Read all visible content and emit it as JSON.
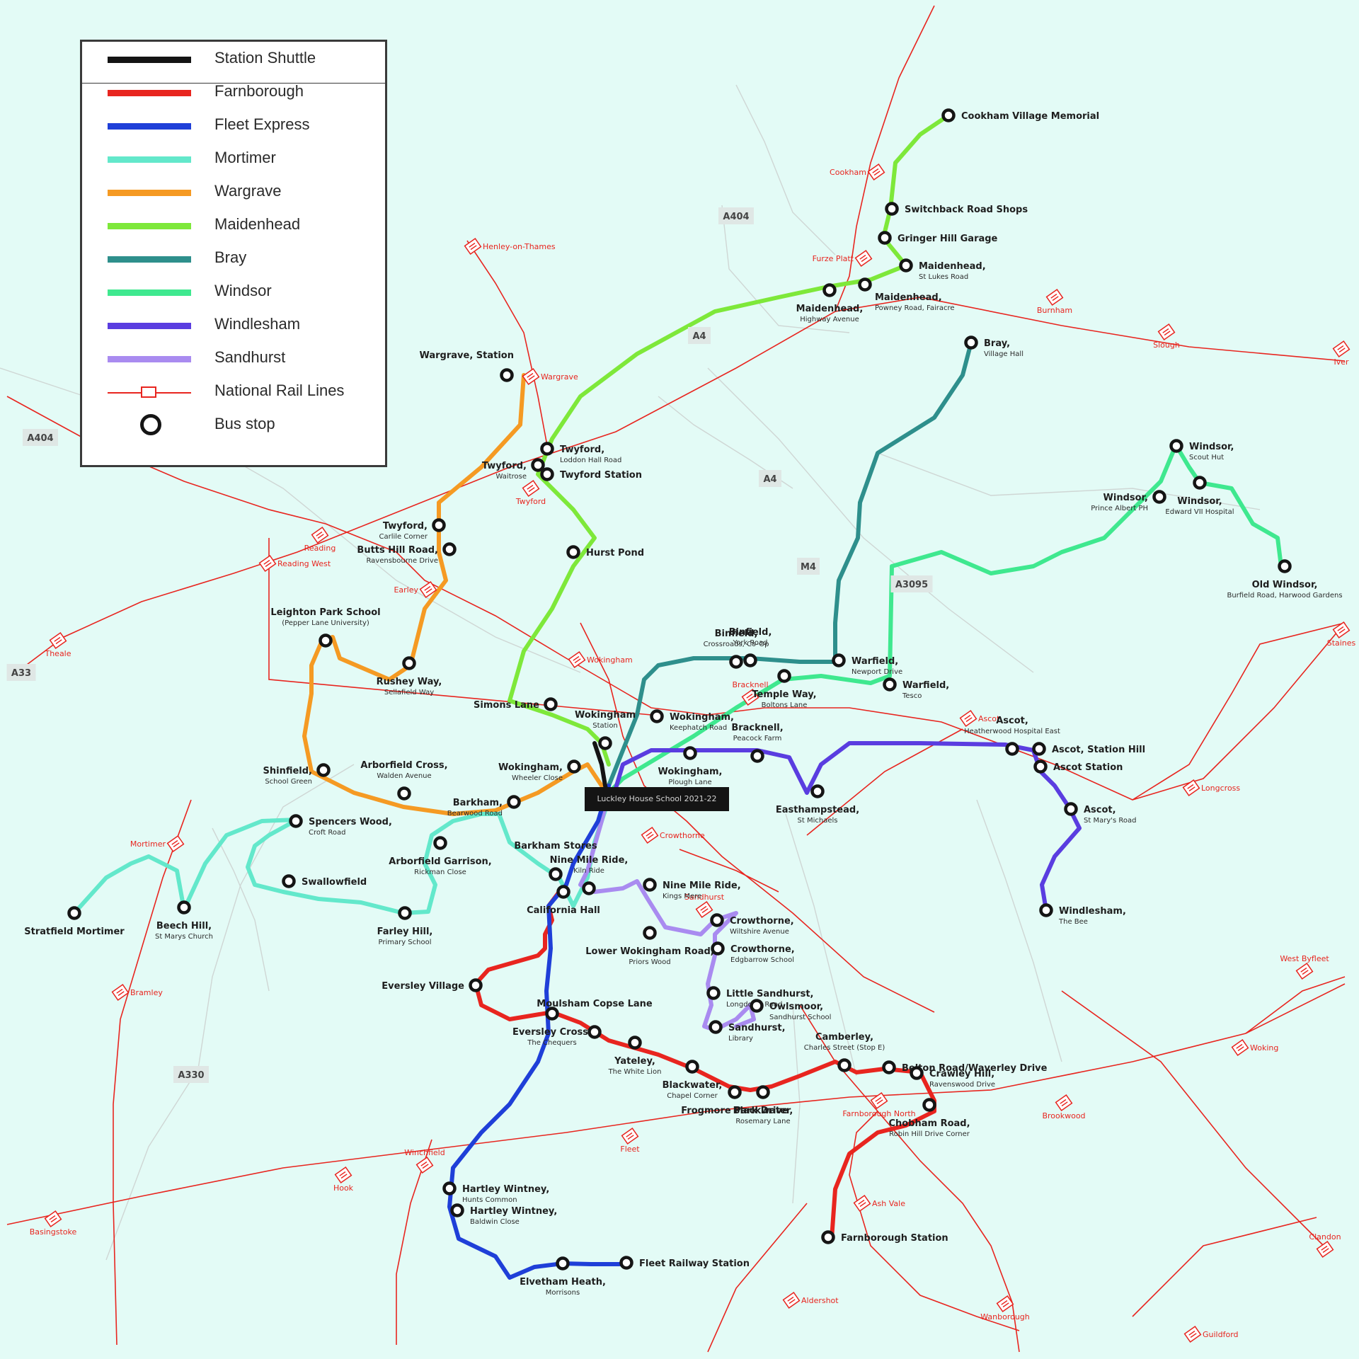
{
  "legend": {
    "items": [
      {
        "label": "Station Shuttle",
        "color": "#141414"
      },
      {
        "label": "Farnborough",
        "color": "#e8251f"
      },
      {
        "label": "Fleet Express",
        "color": "#1f3fd8"
      },
      {
        "label": "Mortimer",
        "color": "#63e8cb"
      },
      {
        "label": "Wargrave",
        "color": "#f59a23"
      },
      {
        "label": "Maidenhead",
        "color": "#7ee83a"
      },
      {
        "label": "Bray",
        "color": "#2e8f8c"
      },
      {
        "label": "Windsor",
        "color": "#3fe88f"
      },
      {
        "label": "Windlesham",
        "color": "#5a3de0"
      },
      {
        "label": "Sandhurst",
        "color": "#a98bf0"
      },
      {
        "label": "National Rail Lines",
        "color": "#e8251f",
        "kind": "rail"
      },
      {
        "label": "Bus stop",
        "kind": "stop"
      }
    ]
  },
  "school": {
    "label": "Luckley House School 2021-22"
  },
  "roads": [
    "A404",
    "A404",
    "A4",
    "A4",
    "M4",
    "A3095",
    "A330",
    "A33"
  ],
  "rail_stations": [
    "Cookham",
    "Furze Platt",
    "Burnham",
    "Slough",
    "Iver",
    "Henley-on-Thames",
    "Wargrave",
    "Twyford",
    "Reading",
    "Reading West",
    "Theale",
    "Earley",
    "Wokingham",
    "Bracknell",
    "Ascot",
    "Staines",
    "Longcross",
    "Crowthorne",
    "Sandhurst",
    "Mortimer",
    "Bramley",
    "Winchfield",
    "Hook",
    "Basingstoke",
    "Fleet",
    "Farnborough North",
    "Ash Vale",
    "Aldershot",
    "Wanborough",
    "Guildford",
    "Brookwood",
    "Woking",
    "West Byfleet",
    "Clandon"
  ],
  "stops": [
    {
      "name": "Cookham Village Memorial",
      "sub": ""
    },
    {
      "name": "Switchback Road Shops",
      "sub": ""
    },
    {
      "name": "Gringer Hill Garage",
      "sub": ""
    },
    {
      "name": "Maidenhead,",
      "sub": "St Lukes Road"
    },
    {
      "name": "Maidenhead,",
      "sub": "Powney Road, Fairacre"
    },
    {
      "name": "Maidenhead,",
      "sub": "Highway Avenue"
    },
    {
      "name": "Wargrave, Station",
      "sub": ""
    },
    {
      "name": "Twyford,",
      "sub": "Loddon Hall Road"
    },
    {
      "name": "Twyford Station",
      "sub": ""
    },
    {
      "name": "Twyford,",
      "sub": "Waitrose"
    },
    {
      "name": "Twyford,",
      "sub": "Carlile Corner"
    },
    {
      "name": "Butts Hill Road,",
      "sub": "Ravensbourne Drive"
    },
    {
      "name": "Hurst Pond",
      "sub": ""
    },
    {
      "name": "Leighton Park School",
      "sub": "(Pepper Lane University)"
    },
    {
      "name": "Rushey Way,",
      "sub": "Sellafield Way"
    },
    {
      "name": "Simons Lane",
      "sub": ""
    },
    {
      "name": "Wokingham",
      "sub": "Station"
    },
    {
      "name": "Wokingham,",
      "sub": "Keephatch Road"
    },
    {
      "name": "Binfield,",
      "sub": "Crossroads, Co-Op"
    },
    {
      "name": "Binfield,",
      "sub": "York Road"
    },
    {
      "name": "Warfield,",
      "sub": "Newport Drive"
    },
    {
      "name": "Warfield,",
      "sub": "Tesco"
    },
    {
      "name": "Temple Way,",
      "sub": "Boltons Lane"
    },
    {
      "name": "Bray,",
      "sub": "Village Hall"
    },
    {
      "name": "Windsor,",
      "sub": "Scout Hut"
    },
    {
      "name": "Windsor,",
      "sub": "Prince Albert PH"
    },
    {
      "name": "Windsor,",
      "sub": "Edward VII Hospital"
    },
    {
      "name": "Old Windsor,",
      "sub": "Burfield Road, Harwood Gardens"
    },
    {
      "name": "Bracknell,",
      "sub": "Peacock Farm"
    },
    {
      "name": "Wokingham,",
      "sub": "Plough Lane"
    },
    {
      "name": "Easthampstead,",
      "sub": "St Michaels"
    },
    {
      "name": "Ascot,",
      "sub": "Heatherwood Hospital East"
    },
    {
      "name": "Ascot, Station Hill",
      "sub": ""
    },
    {
      "name": "Ascot Station",
      "sub": ""
    },
    {
      "name": "Ascot,",
      "sub": "St Mary's Road"
    },
    {
      "name": "Windlesham,",
      "sub": "The Bee"
    },
    {
      "name": "Shinfield,",
      "sub": "School Green"
    },
    {
      "name": "Arborfield Cross,",
      "sub": "Walden Avenue"
    },
    {
      "name": "Barkham,",
      "sub": "Bearwood Road"
    },
    {
      "name": "Wokingham,",
      "sub": "Wheeler Close"
    },
    {
      "name": "Spencers Wood,",
      "sub": "Croft Road"
    },
    {
      "name": "Swallowfield",
      "sub": ""
    },
    {
      "name": "Stratfield Mortimer",
      "sub": ""
    },
    {
      "name": "Beech Hill,",
      "sub": "St Marys Church"
    },
    {
      "name": "Farley Hill,",
      "sub": "Primary School"
    },
    {
      "name": "Arborfield Garrison,",
      "sub": "Rickman Close"
    },
    {
      "name": "Barkham Stores",
      "sub": ""
    },
    {
      "name": "Nine Mile Ride,",
      "sub": "Kiln Ride"
    },
    {
      "name": "Nine Mile Ride,",
      "sub": "Kings Mere"
    },
    {
      "name": "California Hall",
      "sub": ""
    },
    {
      "name": "Lower Wokingham Road,",
      "sub": "Priors Wood"
    },
    {
      "name": "Crowthorne,",
      "sub": "Wiltshire Avenue"
    },
    {
      "name": "Crowthorne,",
      "sub": "Edgbarrow School"
    },
    {
      "name": "Little Sandhurst,",
      "sub": "Longdown Road"
    },
    {
      "name": "Owlsmoor,",
      "sub": "Sandhurst School"
    },
    {
      "name": "Sandhurst,",
      "sub": "Library"
    },
    {
      "name": "Eversley Village",
      "sub": ""
    },
    {
      "name": "Eversley Cross,",
      "sub": "The Chequers"
    },
    {
      "name": "Moulsham Copse Lane",
      "sub": ""
    },
    {
      "name": "Yateley,",
      "sub": "The White Lion"
    },
    {
      "name": "Blackwater,",
      "sub": "Chapel Corner"
    },
    {
      "name": "Frogmore Park Drive",
      "sub": ""
    },
    {
      "name": "Blackwater,",
      "sub": "Rosemary Lane"
    },
    {
      "name": "Camberley,",
      "sub": "Charles Street (Stop E)"
    },
    {
      "name": "Belton Road/Waverley Drive",
      "sub": ""
    },
    {
      "name": "Crawley Hill,",
      "sub": "Ravenswood Drive"
    },
    {
      "name": "Chobham Road,",
      "sub": "Robin Hill Drive Corner"
    },
    {
      "name": "Farnborough Station",
      "sub": ""
    },
    {
      "name": "Hartley Wintney,",
      "sub": "Hunts Common"
    },
    {
      "name": "Hartley Wintney,",
      "sub": "Baldwin Close"
    },
    {
      "name": "Elvetham Heath,",
      "sub": "Morrisons"
    },
    {
      "name": "Fleet Railway Station",
      "sub": ""
    }
  ]
}
